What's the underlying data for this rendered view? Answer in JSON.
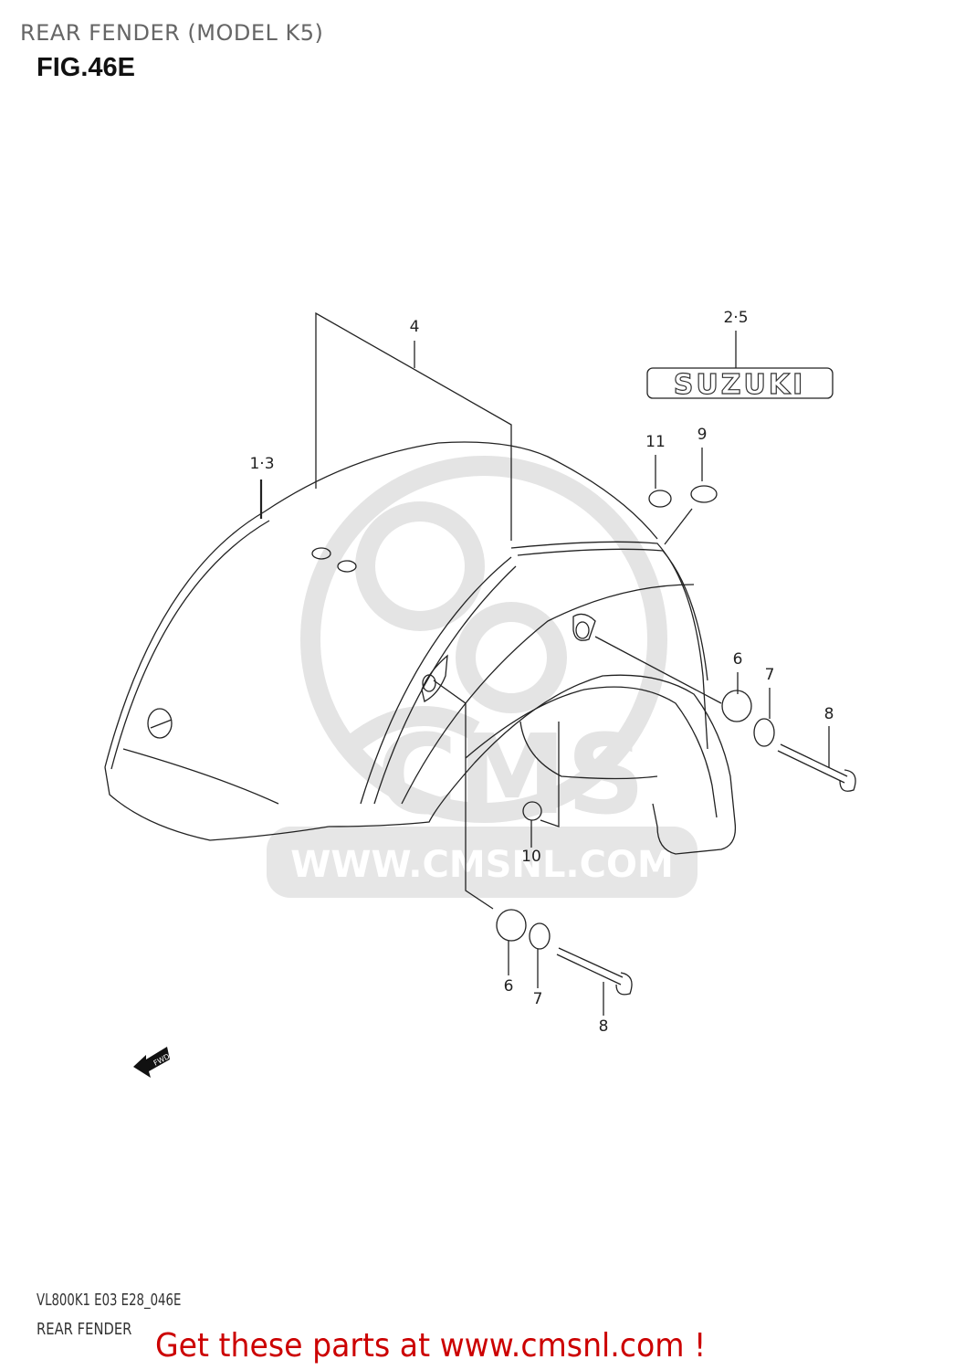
{
  "header": {
    "title": "REAR FENDER (MODEL K5)",
    "figure": "FIG.46E"
  },
  "diagram": {
    "emblem_text": "SUZUKI",
    "forward_arrow_label": "FWD",
    "watermark_text": "WWW.CMSNL.COM",
    "watermark_logo": "CMS",
    "callouts": [
      {
        "id": "c4",
        "label": "4",
        "part": "rear fender bracket"
      },
      {
        "id": "c25",
        "label": "2·5",
        "part": "SUZUKI emblem"
      },
      {
        "id": "c13",
        "label": "1·3",
        "part": "rear fender"
      },
      {
        "id": "c11",
        "label": "11",
        "part": "grommet nut"
      },
      {
        "id": "c9",
        "label": "9",
        "part": "grommet"
      },
      {
        "id": "c6a",
        "label": "6",
        "part": "cushion"
      },
      {
        "id": "c7a",
        "label": "7",
        "part": "washer"
      },
      {
        "id": "c8a",
        "label": "8",
        "part": "bolt"
      },
      {
        "id": "c10",
        "label": "10",
        "part": "nut"
      },
      {
        "id": "c6b",
        "label": "6",
        "part": "cushion"
      },
      {
        "id": "c7b",
        "label": "7",
        "part": "washer"
      },
      {
        "id": "c8b",
        "label": "8",
        "part": "bolt"
      }
    ]
  },
  "footer": {
    "model_code": "VL800K1 E03 E28_046E",
    "section_name": "REAR FENDER",
    "promo": "Get these parts at www.cmsnl.com !"
  },
  "colors": {
    "promo": "#cc0000",
    "line": "#222222",
    "watermark": "#e2e2e2"
  }
}
